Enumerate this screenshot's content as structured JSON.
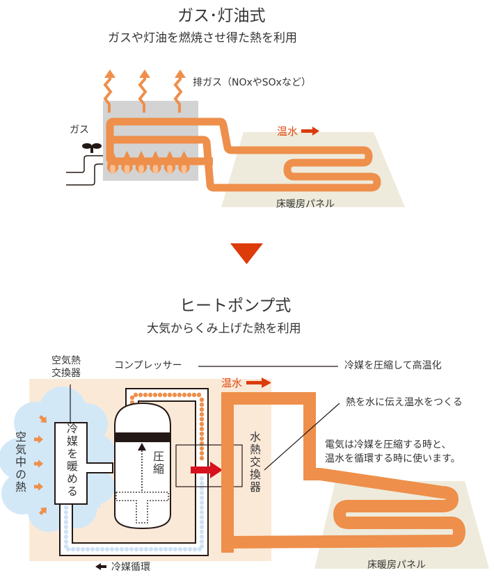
{
  "colors": {
    "pipe_orange": "#ee8f4b",
    "warm_text": "#e0480e",
    "arrow_red": "#dc3b0a",
    "heat_red": "#d7101e",
    "box_grey": "#d3d3d3",
    "panel_beige": "#eeebdc",
    "peach_bg": "#fbe9d8",
    "cloud_blue": "#d2e8f7",
    "dot_light_orange": "#f7c095",
    "dot_blue": "#cfe2f6",
    "dark": "#231815"
  },
  "gas": {
    "title": "ガス･灯油式",
    "subtitle": "ガスや灯油を燃焼させ得た熱を利用",
    "exhaust_label": "排ガス（NOxやSOxなど）",
    "gas_label": "ガス",
    "hot_water_label": "温水",
    "panel_label": "床暖房パネル",
    "flame_count": 6,
    "exhaust_arrow_count": 3
  },
  "transition": {
    "icon": "down-triangle-icon"
  },
  "heatpump": {
    "title": "ヒートポンプ式",
    "subtitle": "大気からくみ上げた熱を利用",
    "air_exchanger_label_line1": "空気熱",
    "air_exchanger_label_line2": "交換器",
    "compressor_label": "コンプレッサー",
    "compressor_note": "冷媒を圧縮して高温化",
    "hot_water_label": "温水",
    "water_exchanger_note": "熱を水に伝え温水をつくる",
    "electricity_note_line1": "電気は冷媒を圧縮する時と、",
    "electricity_note_line2": "温水を循環する時に使います。",
    "air_heat_label": "空気中の熱",
    "warm_refrigerant_label": "冷媒を暖める",
    "compress_label": "圧縮",
    "water_exchanger_label": "水熱交換器",
    "panel_label": "床暖房パネル",
    "circulation_label": "冷媒循環",
    "circulation_arrow": "←"
  }
}
